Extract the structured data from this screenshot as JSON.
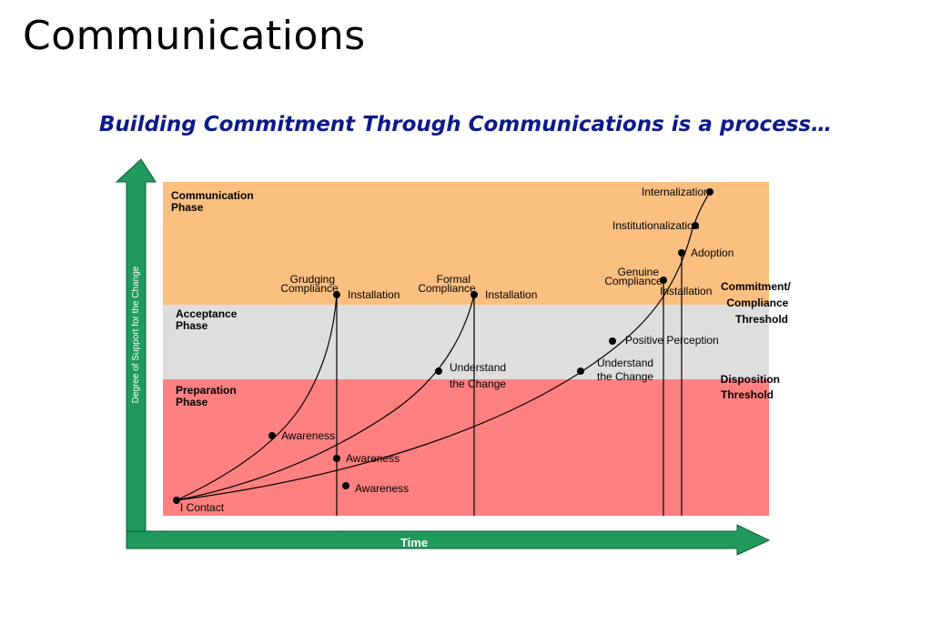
{
  "slide": {
    "title": "Communications",
    "subtitle": "Building Commitment Through Communications is a process…"
  },
  "axes": {
    "y_label": "Degree of Support for the Change",
    "x_label": "Time"
  },
  "phases": {
    "communication": [
      "Communication",
      "Phase"
    ],
    "acceptance": [
      "Acceptance",
      "Phase"
    ],
    "preparation": [
      "Preparation",
      "Phase"
    ]
  },
  "thresholds": {
    "commitment": [
      "Commitment/",
      "Compliance",
      "Threshold"
    ],
    "disposition": [
      "Disposition",
      "Threshold"
    ]
  },
  "colors": {
    "communication_band": "#fbbf80",
    "acceptance_band": "#dedede",
    "preparation_band": "#ff8080",
    "axis_green": "#1f9a5b",
    "subtitle_blue": "#0c1a8a"
  },
  "labels": {
    "contact": "I Contact",
    "awareness_1": "Awareness",
    "awareness_2": "Awareness",
    "awareness_3": "Awareness",
    "grudging": [
      "Grudging",
      "Compliance"
    ],
    "installation_1": "Installation",
    "understand_1": [
      "Understand",
      "the Change"
    ],
    "formal": [
      "Formal",
      "Compliance"
    ],
    "installation_2": "Installation",
    "understand_2": [
      "Understand",
      "the Change"
    ],
    "positive": "Positive Perception",
    "genuine": [
      "Genuine",
      "Compliance"
    ],
    "installation_3": "Installation",
    "adoption": "Adoption",
    "institutionalization": "Institutionalization",
    "internalization": "Internalization"
  }
}
